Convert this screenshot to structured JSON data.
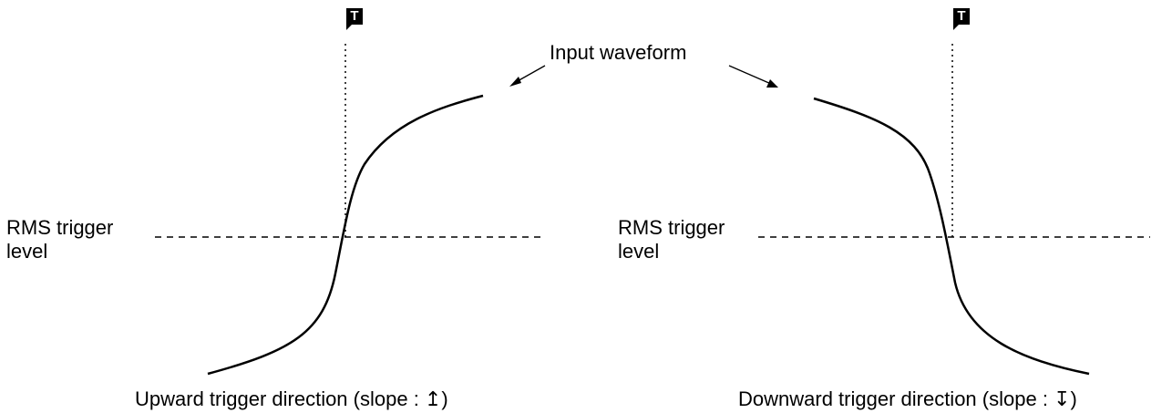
{
  "trigger_marker": {
    "glyph": "T"
  },
  "input_waveform_label": "Input waveform",
  "left_panel": {
    "level_label_line1": "RMS trigger",
    "level_label_line2": "level",
    "caption": "Upward trigger direction (slope : ↥)"
  },
  "right_panel": {
    "level_label_line1": "RMS trigger",
    "level_label_line2": "level",
    "caption": "Downward trigger direction (slope : ↧)"
  },
  "colors": {
    "stroke": "#000000",
    "background": "#ffffff"
  }
}
